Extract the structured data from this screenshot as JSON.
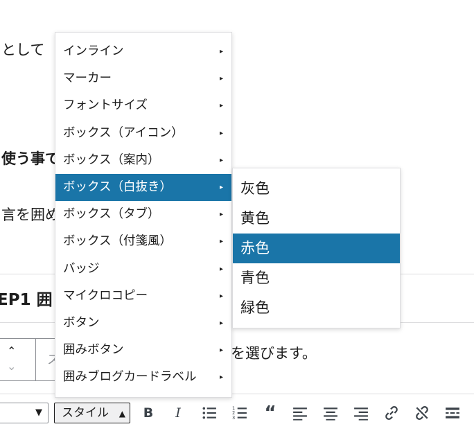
{
  "background": {
    "line1": "として",
    "line2": "使う事で",
    "line3": "言を囲め",
    "heading": "EP1 囲",
    "instruction": "を選びます。",
    "stub_char": "ス"
  },
  "toolbar": {
    "style_label": "スタイル",
    "style_caret": "▲",
    "format_caret": "▼",
    "icons": [
      "bold-icon",
      "italic-icon",
      "bullet-list-icon",
      "numbered-list-icon",
      "blockquote-icon",
      "align-left-icon",
      "align-center-icon",
      "align-right-icon",
      "link-icon",
      "unlink-icon",
      "more-icon"
    ]
  },
  "style_menu": {
    "items": [
      {
        "label": "インライン",
        "arrow": "▸"
      },
      {
        "label": "マーカー",
        "arrow": "▸"
      },
      {
        "label": "フォントサイズ",
        "arrow": "▸"
      },
      {
        "label": "ボックス（アイコン）",
        "arrow": "▸"
      },
      {
        "label": "ボックス（案内）",
        "arrow": "▸"
      },
      {
        "label": "ボックス（白抜き）",
        "arrow": "▸"
      },
      {
        "label": "ボックス（タブ）",
        "arrow": "▸"
      },
      {
        "label": "ボックス（付箋風）",
        "arrow": "▸"
      },
      {
        "label": "バッジ",
        "arrow": "▸"
      },
      {
        "label": "マイクロコピー",
        "arrow": "▸"
      },
      {
        "label": "ボタン",
        "arrow": "▸"
      },
      {
        "label": "囲みボタン",
        "arrow": "▸"
      },
      {
        "label": "囲みブログカードラベル",
        "arrow": "▸"
      }
    ],
    "active_index": 5
  },
  "submenu": {
    "items": [
      "灰色",
      "黄色",
      "赤色",
      "青色",
      "緑色"
    ],
    "active_index": 2
  },
  "colors": {
    "highlight": "#1a75a8",
    "border": "#dcdcde"
  }
}
